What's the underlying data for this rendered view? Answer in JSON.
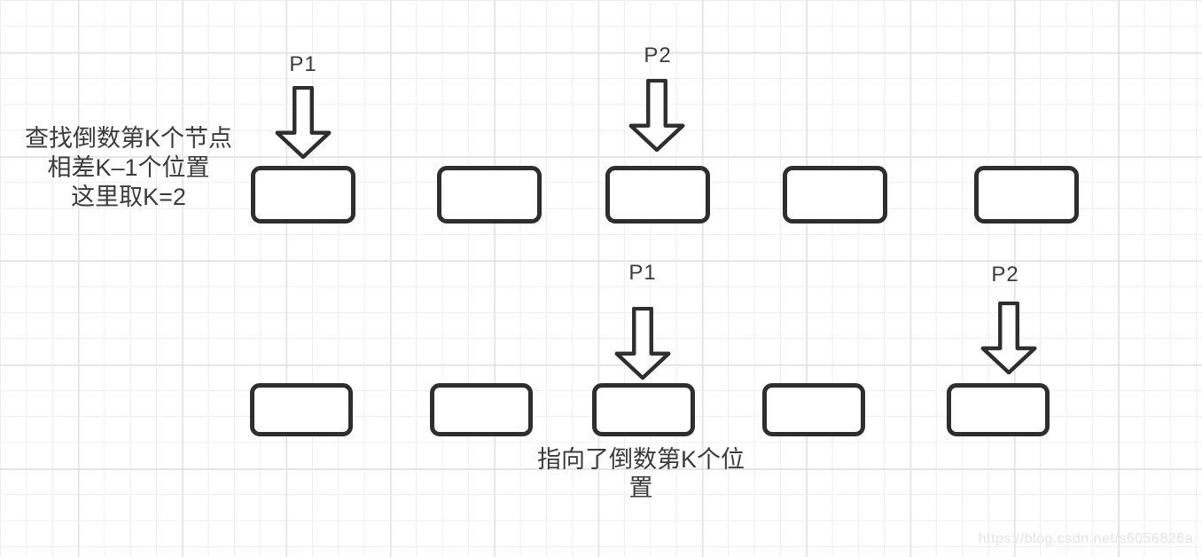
{
  "diagram": {
    "topic": "linked-list-kth-from-end",
    "colors": {
      "stroke": "#2e2e2e",
      "text": "#3b3b3b",
      "grid_minor": "#eeeef1",
      "grid_major": "#e1e1e5",
      "watermark": "#e4e4e8",
      "background": "#ffffff"
    },
    "left_note": {
      "lines": {
        "0": "查找倒数第K个节点",
        "1": "相差K–1个位置",
        "2": "这里取K=2"
      }
    },
    "bottom_note": {
      "lines": {
        "0": "指向了倒数第K个位",
        "1": "置"
      }
    },
    "top_row": {
      "node_count": 5,
      "pointers": {
        "p1": {
          "label": "P1",
          "points_to_node_index": 0
        },
        "p2": {
          "label": "P2",
          "points_to_node_index": 2
        }
      }
    },
    "bottom_row": {
      "node_count": 5,
      "pointers": {
        "p1": {
          "label": "P1",
          "points_to_node_index": 2
        },
        "p2": {
          "label": "P2",
          "points_to_node_index": 4
        }
      }
    },
    "watermark_url": "https://blog.csdn.net/s6056826a"
  }
}
